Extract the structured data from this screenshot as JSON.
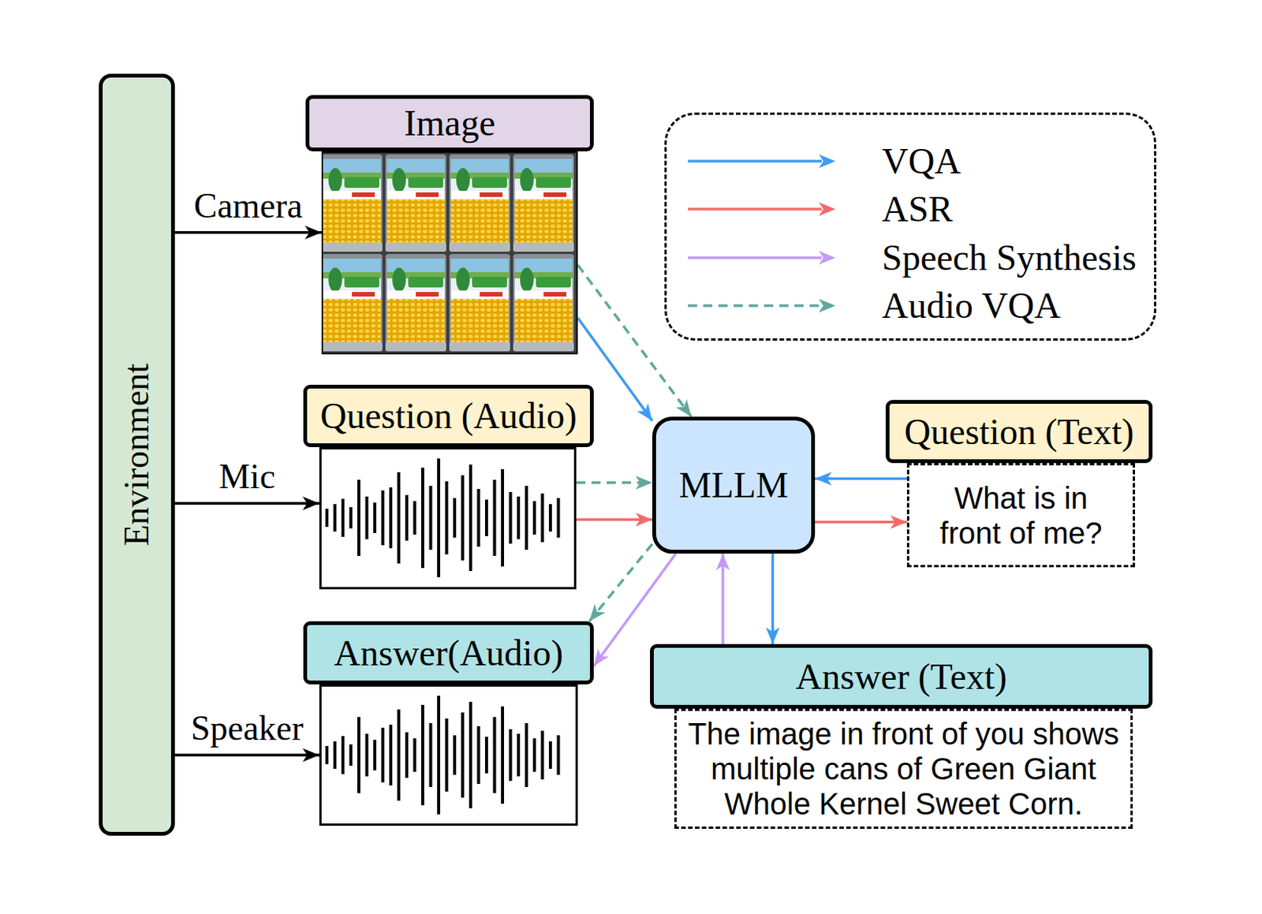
{
  "diagram": {
    "nodes": [
      {
        "text": [
          "Environment"
        ]
      },
      {
        "text": [
          "Image"
        ]
      },
      {
        "text": [
          "Question (Audio)"
        ]
      },
      {
        "text": [
          "Answer(Audio)"
        ]
      },
      {
        "text": [
          "MLLM"
        ]
      },
      {
        "text": [
          "Question (Text)",
          "What is in front of me?"
        ]
      },
      {
        "text": [
          "Answer (Text)",
          "The image in front of you shows multiple cans of Green Giant Whole Kernel Sweet Corn."
        ]
      }
    ],
    "edges": [
      {
        "from": 0,
        "to": 1,
        "label": "Camera",
        "arrow": "to"
      },
      {
        "from": 0,
        "to": 2,
        "label": "Mic",
        "arrow": "to"
      },
      {
        "from": 0,
        "to": 3,
        "label": "Speaker",
        "arrow": "to"
      },
      {
        "from": 1,
        "to": 4,
        "arrow": "to"
      },
      {
        "from": 1,
        "to": 4,
        "arrow": "to"
      },
      {
        "from": 2,
        "to": 4,
        "arrow": "to"
      },
      {
        "from": 2,
        "to": 4,
        "arrow": "to"
      },
      {
        "from": 5,
        "to": 4,
        "arrow": "to"
      },
      {
        "from": 4,
        "to": 5,
        "arrow": "to"
      },
      {
        "from": 4,
        "to": 6,
        "arrow": "to"
      },
      {
        "from": 6,
        "to": 4,
        "arrow": "to"
      },
      {
        "from": 4,
        "to": 3,
        "arrow": "to"
      },
      {
        "from": 4,
        "to": 3,
        "arrow": "to"
      }
    ],
    "legend": [
      {
        "text": "VQA"
      },
      {
        "text": "ASR"
      },
      {
        "text": "Speech Synthesis"
      },
      {
        "text": "Audio VQA"
      }
    ]
  }
}
